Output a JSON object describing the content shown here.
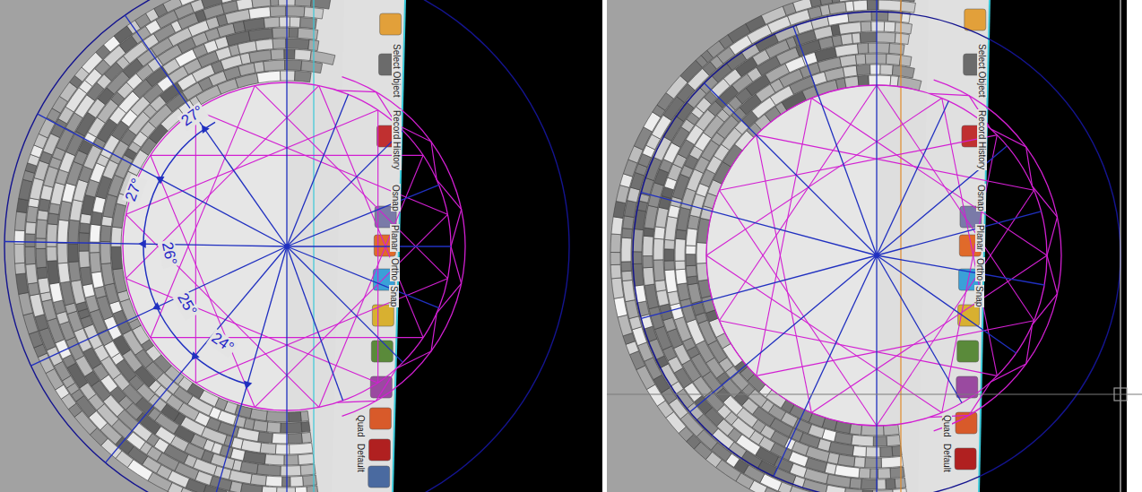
{
  "diagram": {
    "labels": [
      "27°",
      "27°",
      "26°",
      "25°",
      "24°",
      "Select Object",
      "Record History",
      "Osnap",
      "Planar",
      "Ortho",
      "Snap",
      "Quad",
      "Default",
      "Select Object",
      "Record History",
      "Osnap",
      "Planar",
      "Ortho",
      "Snap",
      "Quad",
      "Default"
    ]
  }
}
